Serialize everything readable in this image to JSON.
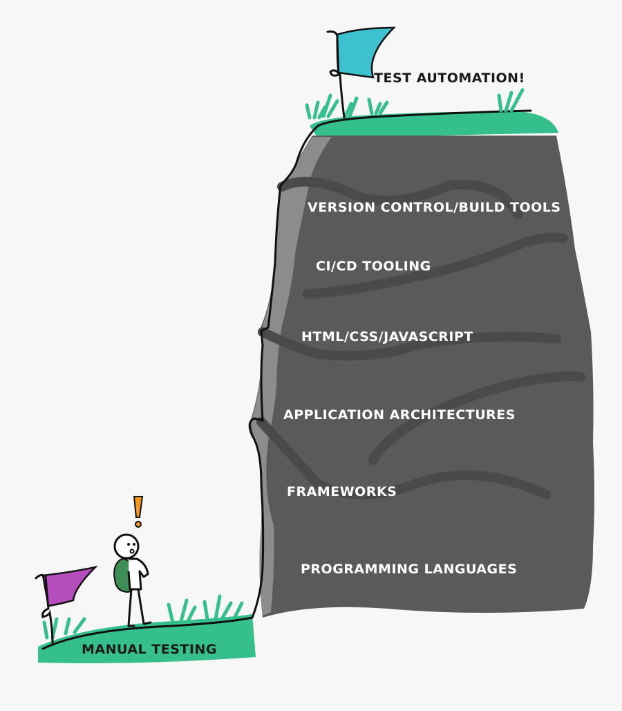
{
  "labels": {
    "goal": "TEST AUTOMATION!",
    "start": "MANUAL TESTING",
    "layers": [
      "VERSION CONTROL/BUILD TOOLS",
      "CI/CD TOOLING",
      "HTML/CSS/JAVASCRIPT",
      "APPLICATION ARCHITECTURES",
      "FRAMEWORKS",
      "PROGRAMMING LANGUAGES"
    ]
  },
  "colors": {
    "background": "#f7f7f7",
    "grass": "#35bf8c",
    "rock": "#5a5a5a",
    "rock_highlight": "#8c8c8c",
    "rock_stripe": "#4a4a4a",
    "goal_flag": "#3ec1cf",
    "start_flag": "#b64dbd",
    "exclamation": "#f39a1e",
    "backpack": "#3f8d57",
    "outline": "#111111",
    "label_on_rock": "#ffffff",
    "label_on_ground": "#1a1a1a"
  }
}
